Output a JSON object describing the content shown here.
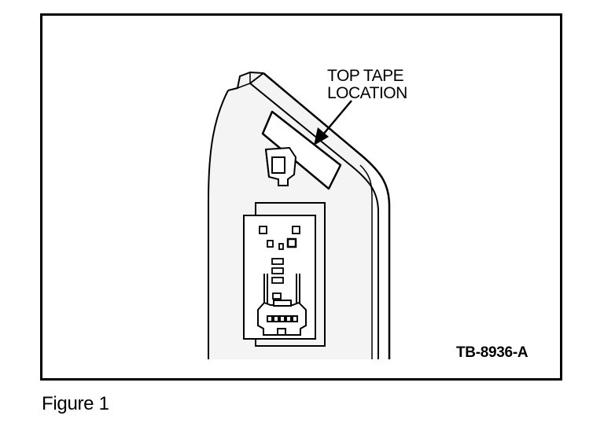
{
  "callout": {
    "line1": "TOP TAPE",
    "line2": "LOCATION"
  },
  "reference_code": "TB-8936-A",
  "caption": "Figure 1",
  "colors": {
    "ink": "#000000",
    "panel_fill": "#f4f4f4",
    "background": "#ffffff"
  }
}
